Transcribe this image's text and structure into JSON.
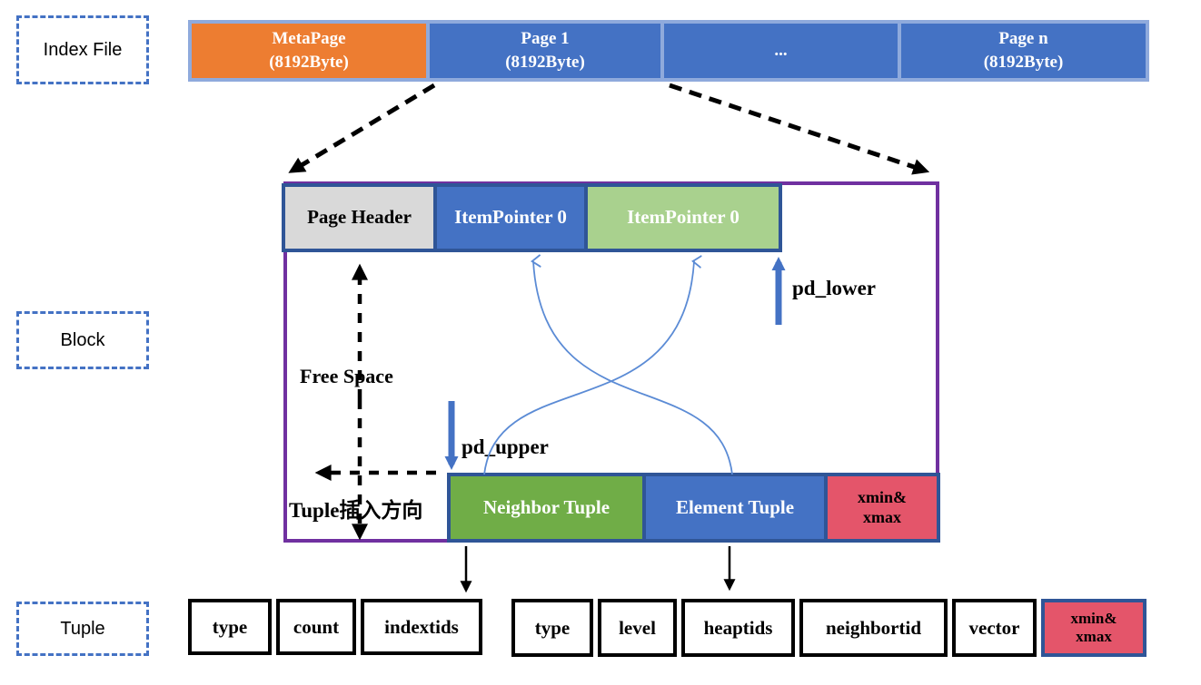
{
  "diagram": {
    "index_file": {
      "label": "Index File",
      "segments": [
        {
          "line1": "MetaPage",
          "line2": "(8192Byte)"
        },
        {
          "line1": "Page 1",
          "line2": "(8192Byte)"
        },
        {
          "line1": "..."
        },
        {
          "line1": "Page n",
          "line2": "(8192Byte)"
        }
      ]
    },
    "block": {
      "label": "Block",
      "page_header": "Page Header",
      "item_pointer_blue": "ItemPointer 0",
      "item_pointer_green": "ItemPointer 0",
      "pd_lower": "pd_lower",
      "pd_upper": "pd_upper",
      "free_space": "Free Space",
      "insert_direction": "Tuple插入方向",
      "neighbor_tuple": "Neighbor Tuple",
      "element_tuple": "Element Tuple",
      "xmin_xmax_line1": "xmin&",
      "xmin_xmax_line2": "xmax"
    },
    "tuple": {
      "label": "Tuple",
      "index_tuple_fields": [
        "type",
        "count",
        "indextids"
      ],
      "element_tuple_fields": [
        "type",
        "level",
        "heaptids",
        "neighbortid",
        "vector"
      ],
      "xmin_xmax_line1": "xmin&",
      "xmin_xmax_line2": "xmax"
    },
    "colors": {
      "orange": "#ED7D31",
      "blue": "#4472C4",
      "light_blue_frame": "#8FAADC",
      "dark_blue_frame": "#2F5597",
      "purple": "#7030A0",
      "gray": "#D9D9D9",
      "light_green": "#A9D18E",
      "green": "#70AD47",
      "red": "#E4556A",
      "curve_blue": "#5B8BD5"
    }
  }
}
